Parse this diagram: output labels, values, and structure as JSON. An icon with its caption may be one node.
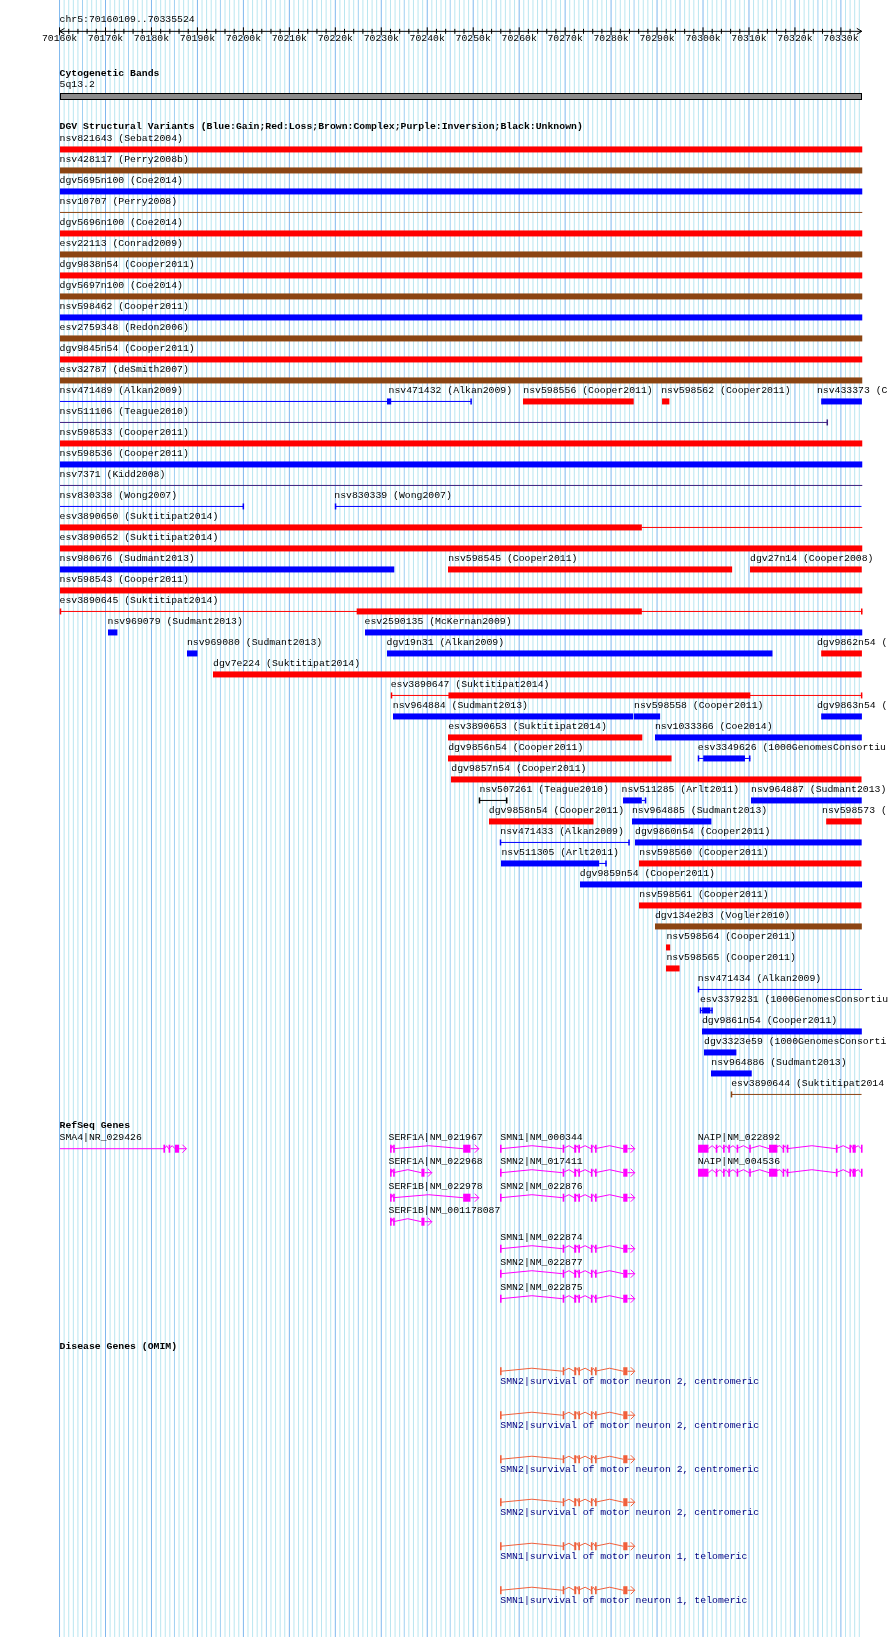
{
  "diagram": {
    "nodes": [
      {
        "text": [
          "5q13.2"
        ]
      },
      {
        "text": [
          "nsv821643 (Sebat2004)"
        ]
      },
      {
        "text": [
          "nsv428117 (Perry2008b)"
        ]
      },
      {
        "text": [
          "dgv5695n100 (Coe2014)"
        ]
      },
      {
        "text": [
          "nsv10707 (Perry2008)"
        ]
      },
      {
        "text": [
          "dgv5696n100 (Coe2014)"
        ]
      },
      {
        "text": [
          "esv22113 (Conrad2009)"
        ]
      },
      {
        "text": [
          "dgv9838n54 (Cooper2011)"
        ]
      },
      {
        "text": [
          "dgv5697n100 (Coe2014)"
        ]
      },
      {
        "text": [
          "nsv598462 (Cooper2011)"
        ]
      },
      {
        "text": [
          "esv2759348 (Redon2006)"
        ]
      },
      {
        "text": [
          "dgv9845n54 (Cooper2011)"
        ]
      },
      {
        "text": [
          "esv32787 (deSmith2007)"
        ]
      },
      {
        "text": [
          "nsv471489 (Alkan2009)"
        ]
      },
      {
        "text": [
          "nsv471432 (Alkan2009)"
        ]
      },
      {
        "text": [
          "nsv598556 (Cooper2011)"
        ]
      },
      {
        "text": [
          "nsv598562 (Cooper2011)"
        ]
      },
      {
        "text": [
          "nsv433373 (C"
        ]
      },
      {
        "text": [
          "nsv511106 (Teague2010)"
        ]
      },
      {
        "text": [
          "nsv598533 (Cooper2011)"
        ]
      },
      {
        "text": [
          "nsv598536 (Cooper2011)"
        ]
      },
      {
        "text": [
          "nsv7371 (Kidd2008)"
        ]
      },
      {
        "text": [
          "nsv830338 (Wong2007)"
        ]
      },
      {
        "text": [
          "nsv830339 (Wong2007)"
        ]
      },
      {
        "text": [
          "esv3890650 (Suktitipat2014)"
        ]
      },
      {
        "text": [
          "esv3890652 (Suktitipat2014)"
        ]
      },
      {
        "text": [
          "nsv980676 (Sudmant2013)"
        ]
      },
      {
        "text": [
          "nsv598545 (Cooper2011)"
        ]
      },
      {
        "text": [
          "dgv27n14 (Cooper2008)"
        ]
      },
      {
        "text": [
          "nsv598543 (Cooper2011)"
        ]
      },
      {
        "text": [
          "esv3890645 (Suktitipat2014)"
        ]
      },
      {
        "text": [
          "nsv969079 (Sudmant2013)"
        ]
      },
      {
        "text": [
          "esv2590135 (McKernan2009)"
        ]
      },
      {
        "text": [
          "nsv969080 (Sudmant2013)"
        ]
      },
      {
        "text": [
          "dgv19n31 (Alkan2009)"
        ]
      },
      {
        "text": [
          "dgv9862n54 ("
        ]
      },
      {
        "text": [
          "dgv7e224 (Suktitipat2014)"
        ]
      },
      {
        "text": [
          "esv3890647 (Suktitipat2014)"
        ]
      },
      {
        "text": [
          "nsv964884 (Sudmant2013)"
        ]
      },
      {
        "text": [
          "nsv598558 (Cooper2011)"
        ]
      },
      {
        "text": [
          "dgv9863n54 ("
        ]
      },
      {
        "text": [
          "esv3890653 (Suktitipat2014)"
        ]
      },
      {
        "text": [
          "nsv1033366 (Coe2014)"
        ]
      },
      {
        "text": [
          "dgv9856n54 (Cooper2011)"
        ]
      },
      {
        "text": [
          "esv3349626 (1000GenomesConsortiu"
        ]
      },
      {
        "text": [
          "dgv9857n54 (Cooper2011)"
        ]
      },
      {
        "text": [
          "nsv507261 (Teague2010)"
        ]
      },
      {
        "text": [
          "nsv511285 (Arlt2011)"
        ]
      },
      {
        "text": [
          "nsv964887 (Sudmant2013)"
        ]
      },
      {
        "text": [
          "dgv9858n54 (Cooper2011)"
        ]
      },
      {
        "text": [
          "nsv964885 (Sudmant2013)"
        ]
      },
      {
        "text": [
          "nsv598573 ("
        ]
      },
      {
        "text": [
          "nsv471433 (Alkan2009)"
        ]
      },
      {
        "text": [
          "dgv9860n54 (Cooper2011)"
        ]
      },
      {
        "text": [
          "nsv511305 (Arlt2011)"
        ]
      },
      {
        "text": [
          "nsv598560 (Cooper2011)"
        ]
      },
      {
        "text": [
          "dgv9859n54 (Cooper2011)"
        ]
      },
      {
        "text": [
          "nsv598561 (Cooper2011)"
        ]
      },
      {
        "text": [
          "dgv134e203 (Vogler2010)"
        ]
      },
      {
        "text": [
          "nsv598564 (Cooper2011)"
        ]
      },
      {
        "text": [
          "nsv598565 (Cooper2011)"
        ]
      },
      {
        "text": [
          "nsv471434 (Alkan2009)"
        ]
      },
      {
        "text": [
          "esv3379231 (1000GenomesConsortiu"
        ]
      },
      {
        "text": [
          "dgv9861n54 (Cooper2011)"
        ]
      },
      {
        "text": [
          "dgv3323e59 (1000GenomesConsorti"
        ]
      },
      {
        "text": [
          "nsv964886 (Sudmant2013)"
        ]
      },
      {
        "text": [
          "esv3890644 (Suktitipat2014"
        ]
      },
      {
        "text": [
          "SMA4|NR_029426"
        ]
      },
      {
        "text": [
          "SERF1A|NM_021967"
        ]
      },
      {
        "text": [
          "SERF1A|NM_022968"
        ]
      },
      {
        "text": [
          "SERF1B|NM_022978"
        ]
      },
      {
        "text": [
          "SERF1B|NM_001178087"
        ]
      },
      {
        "text": [
          "SMN1|NM_000344"
        ]
      },
      {
        "text": [
          "SMN2|NM_017411"
        ]
      },
      {
        "text": [
          "SMN2|NM_022876"
        ]
      },
      {
        "text": [
          "SMN1|NM_022874"
        ]
      },
      {
        "text": [
          "SMN2|NM_022877"
        ]
      },
      {
        "text": [
          "SMN2|NM_022875"
        ]
      },
      {
        "text": [
          "NAIP|NM_022892"
        ]
      },
      {
        "text": [
          "NAIP|NM_004536"
        ]
      },
      {
        "text": [
          "SMN2|survival of motor neuron 2, centromeric"
        ]
      },
      {
        "text": [
          "SMN2|survival of motor neuron 2, centromeric"
        ]
      },
      {
        "text": [
          "SMN2|survival of motor neuron 2, centromeric"
        ]
      },
      {
        "text": [
          "SMN2|survival of motor neuron 2, centromeric"
        ]
      },
      {
        "text": [
          "SMN1|survival of motor neuron 1, telomeric"
        ]
      },
      {
        "text": [
          "SMN1|survival of motor neuron 1, telomeric"
        ]
      }
    ],
    "labels": [
      "chr5:70160109..70335524",
      "70160k",
      "70170k",
      "70180k",
      "70190k",
      "70200k",
      "70210k",
      "70220k",
      "70230k",
      "70240k",
      "70250k",
      "70260k",
      "70270k",
      "70280k",
      "70290k",
      "70300k",
      "70310k",
      "70320k",
      "70330k",
      "Cytogenetic Bands",
      "DGV Structural Variants (Blue:Gain;Red:Loss;Brown:Complex;Purple:Inversion;Black:Unknown)",
      "RefSeq Genes",
      "Disease Genes (OMIM)"
    ]
  }
}
